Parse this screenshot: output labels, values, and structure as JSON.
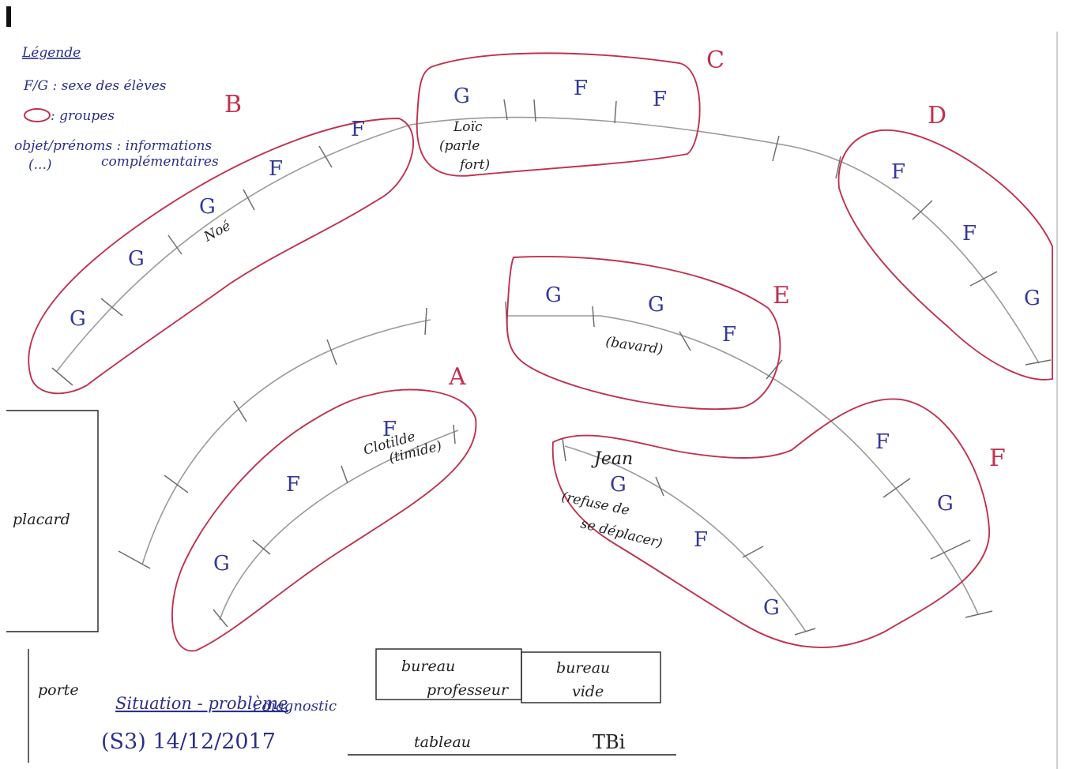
{
  "legend": {
    "title": "Légende",
    "sex_line": "F/G : sexe des élèves",
    "groups_line": ": groupes",
    "info_line_1": "objet/prénoms : informations",
    "info_line_2": "(...)",
    "info_line_3": "complémentaires"
  },
  "groups": {
    "A": "A",
    "B": "B",
    "C": "C",
    "D": "D",
    "E": "E",
    "F": "F"
  },
  "students": {
    "a1": "G",
    "a2": "F",
    "a3": "F",
    "b1": "G",
    "b2": "G",
    "b3": "G",
    "b4": "F",
    "b5": "F",
    "c1": "G",
    "c2": "F",
    "c3": "F",
    "d1": "F",
    "d2": "F",
    "d3": "G",
    "e1": "G",
    "e2": "G",
    "e3": "F",
    "f1": "G",
    "f2": "F",
    "f3": "G",
    "f4": "F",
    "f5": "G"
  },
  "notes": {
    "noe": "Noé",
    "loic": "Loïc",
    "loic_info_1": "(parle",
    "loic_info_2": "fort)",
    "clotilde": "Clotilde",
    "clotilde_info": "(timide)",
    "bavard": "(bavard)",
    "jean": "Jean",
    "jean_info_1": "(refuse de",
    "jean_info_2": "se déplacer)"
  },
  "room": {
    "placard": "placard",
    "porte": "porte",
    "desk_teacher_1": "bureau",
    "desk_teacher_2": "professeur",
    "desk_empty_1": "bureau",
    "desk_empty_2": "vide",
    "tableau": "tableau",
    "tbi": "TBi"
  },
  "footer": {
    "title": "Situation - problème",
    "subtitle": ": diagnostic",
    "date": "(S3) 14/12/2017"
  },
  "colors": {
    "blue_ink": "#34389a",
    "red_ink": "#c0324f",
    "pencil": "#9a9a9a"
  }
}
